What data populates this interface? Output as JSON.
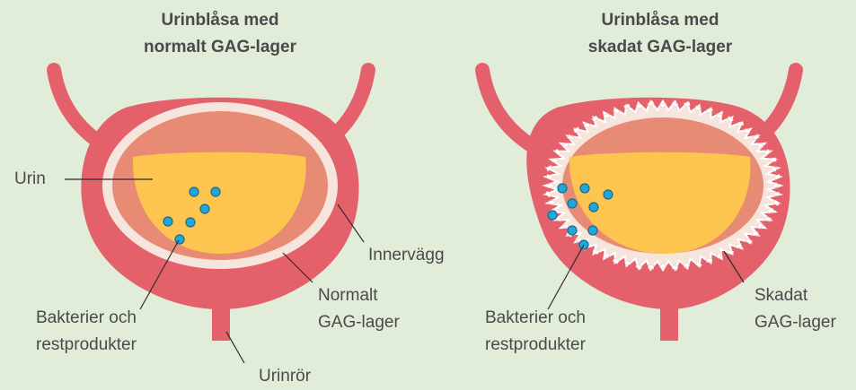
{
  "colors": {
    "background": "#e1ecd9",
    "bladder_wall": "#e4606b",
    "gag_layer": "#f6e5dc",
    "lumen": "#e88b74",
    "urine": "#fdc450",
    "bacteria": "#23a7d9",
    "bacteria_outline": "#186b8e",
    "text": "#4a4a4a",
    "leader_line": "#2c2c2c"
  },
  "left_panel": {
    "title_line1": "Urinblåsa med",
    "title_line2": "normalt GAG-lager",
    "label_urine": "Urin",
    "label_bacteria_line1": "Bakterier och",
    "label_bacteria_line2": "restprodukter",
    "label_wall": "Innervägg",
    "label_gag_line1": "Normalt",
    "label_gag_line2": "GAG-lager",
    "label_urethra": "Urinrör"
  },
  "right_panel": {
    "title_line1": "Urinblåsa med",
    "title_line2": "skadat GAG-lager",
    "label_bacteria_line1": "Bakterier och",
    "label_bacteria_line2": "restprodukter",
    "label_gag_line1": "Skadat",
    "label_gag_line2": "GAG-lager"
  }
}
